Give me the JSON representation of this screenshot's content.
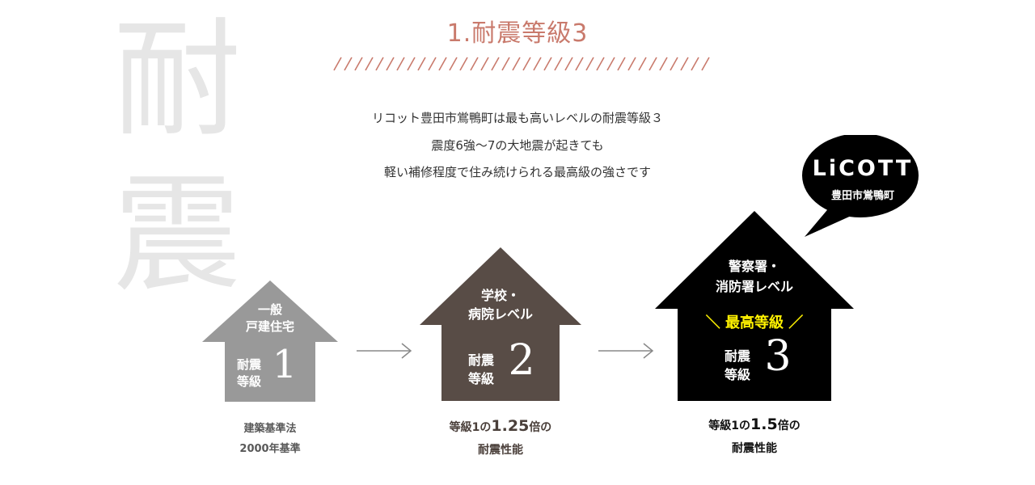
{
  "background_kanji": [
    "耐",
    "震"
  ],
  "title": "1.耐震等級3",
  "intro": [
    "リコット豊田市鴬鴨町は最も高いレベルの耐震等級３",
    "震度6強～7の大地震が起きても",
    "軽い補修程度で住み続けられる最高級の強さです"
  ],
  "houses": [
    {
      "label_lines": [
        "一般",
        "戸建住宅"
      ],
      "grade_lines": [
        "耐震",
        "等級"
      ],
      "grade_number": "1",
      "caption_lines": [
        "建築基準法",
        "2000年基準"
      ],
      "color": "#999999"
    },
    {
      "label_lines": [
        "学校・",
        "病院レベル"
      ],
      "grade_lines": [
        "耐震",
        "等級"
      ],
      "grade_number": "2",
      "caption_pre": "等級1の",
      "caption_big": "1.25",
      "caption_post": "倍の",
      "caption_line2": "耐震性能",
      "color": "#584c46"
    },
    {
      "label_lines": [
        "警察署・",
        "消防署レベル"
      ],
      "highlight": "＼ 最高等級 ／",
      "grade_lines": [
        "耐震",
        "等級"
      ],
      "grade_number": "3",
      "caption_pre": "等級1の",
      "caption_big": "1.5",
      "caption_post": "倍の",
      "caption_line2": "耐震性能",
      "color": "#000000",
      "highlight_color": "#fff200"
    }
  ],
  "bubble": {
    "brand": "LiCOTT",
    "sub": "豊田市鴬鴨町"
  },
  "colors": {
    "title": "#c97a6c",
    "background_kanji": "#e6e6e6"
  }
}
